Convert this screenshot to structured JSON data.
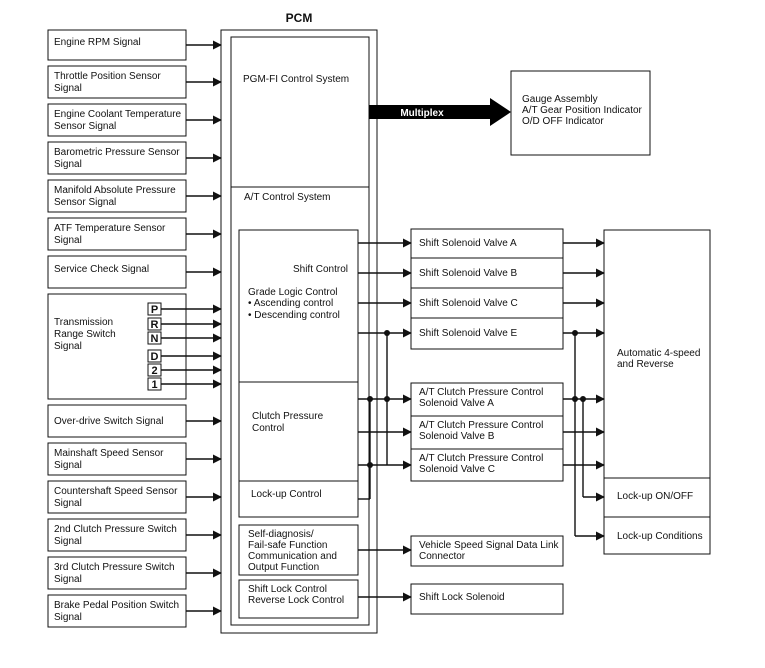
{
  "pcm_title": "PCM",
  "inputs": [
    {
      "lines": [
        "Engine RPM Signal"
      ]
    },
    {
      "lines": [
        "Throttle Position Sensor",
        "Signal"
      ]
    },
    {
      "lines": [
        "Engine Coolant Temperature",
        "Sensor Signal"
      ]
    },
    {
      "lines": [
        "Barometric Pressure Sensor",
        "Signal"
      ]
    },
    {
      "lines": [
        "Manifold Absolute Pressure",
        "Sensor Signal"
      ]
    },
    {
      "lines": [
        "ATF Temperature Sensor",
        "Signal"
      ]
    },
    {
      "lines": [
        "Service Check Signal"
      ]
    },
    {
      "lines": [
        "Transmission",
        "Range Switch",
        "Signal"
      ]
    },
    {
      "lines": [
        "Over-drive Switch Signal"
      ]
    },
    {
      "lines": [
        "Mainshaft Speed Sensor",
        "Signal"
      ]
    },
    {
      "lines": [
        "Countershaft Speed Sensor",
        "Signal"
      ]
    },
    {
      "lines": [
        "2nd Clutch Pressure Switch",
        "Signal"
      ]
    },
    {
      "lines": [
        "3rd Clutch Pressure Switch",
        "Signal"
      ]
    },
    {
      "lines": [
        "Brake Pedal Position Switch",
        "Signal"
      ]
    }
  ],
  "gear_positions": [
    "P",
    "R",
    "N",
    "D",
    "2",
    "1"
  ],
  "pgm_fi": "PGM-FI Control System",
  "at_control": "A/T Control System",
  "multiplex": "Multiplex",
  "gauge": [
    "Gauge Assembly",
    "A/T Gear Position Indicator",
    "O/D OFF Indicator"
  ],
  "shift_control": {
    "title": "Shift Control",
    "grade": "Grade Logic Control",
    "ascending": "•  Ascending control",
    "descending": "•  Descending control"
  },
  "clutch_pressure": [
    "Clutch Pressure",
    "Control"
  ],
  "lockup_control": "Lock-up Control",
  "self_diag": [
    "Self-diagnosis/",
    "Fail-safe Function",
    "Communication and",
    "Output Function"
  ],
  "shift_lock": [
    "Shift Lock Control",
    "Reverse Lock Control"
  ],
  "solenoids": [
    "Shift Solenoid Valve A",
    "Shift Solenoid Valve B",
    "Shift Solenoid Valve C",
    "Shift Solenoid Valve E"
  ],
  "pressure_solenoids": [
    [
      "A/T Clutch Pressure Control",
      "Solenoid Valve A"
    ],
    [
      "A/T Clutch Pressure Control",
      "Solenoid Valve B"
    ],
    [
      "A/T Clutch Pressure Control",
      "Solenoid Valve C"
    ]
  ],
  "vss": [
    "Vehicle Speed Signal Data Link",
    "Connector"
  ],
  "shift_lock_solenoid": "Shift Lock Solenoid",
  "transmission": [
    "Automatic 4-speed",
    "and Reverse"
  ],
  "lockup_onoff": "Lock-up ON/OFF",
  "lockup_conditions": "Lock-up Conditions"
}
